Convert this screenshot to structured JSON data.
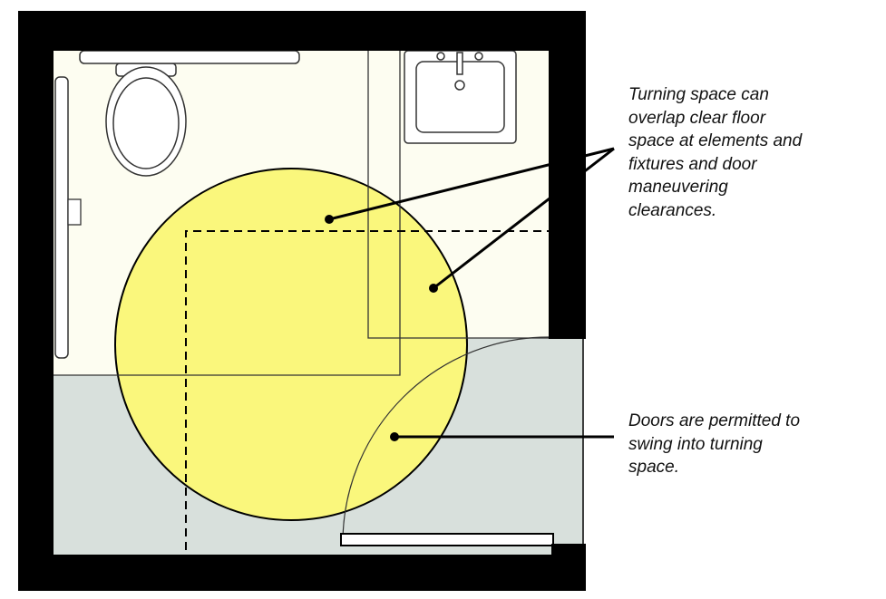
{
  "notes": {
    "turning_overlap": {
      "lines": [
        "Turning space can",
        "overlap clear floor",
        "space at elements and",
        "fixtures and door",
        "maneuvering",
        "clearances."
      ]
    },
    "door_swing": {
      "lines": [
        "Doors are permitted to",
        "swing into turning",
        "space."
      ]
    }
  },
  "colors": {
    "wall": "#000000",
    "floor_light": "#fdfdf1",
    "floor_gray": "#d8e0dc",
    "turning_circle": "#faf77c"
  }
}
